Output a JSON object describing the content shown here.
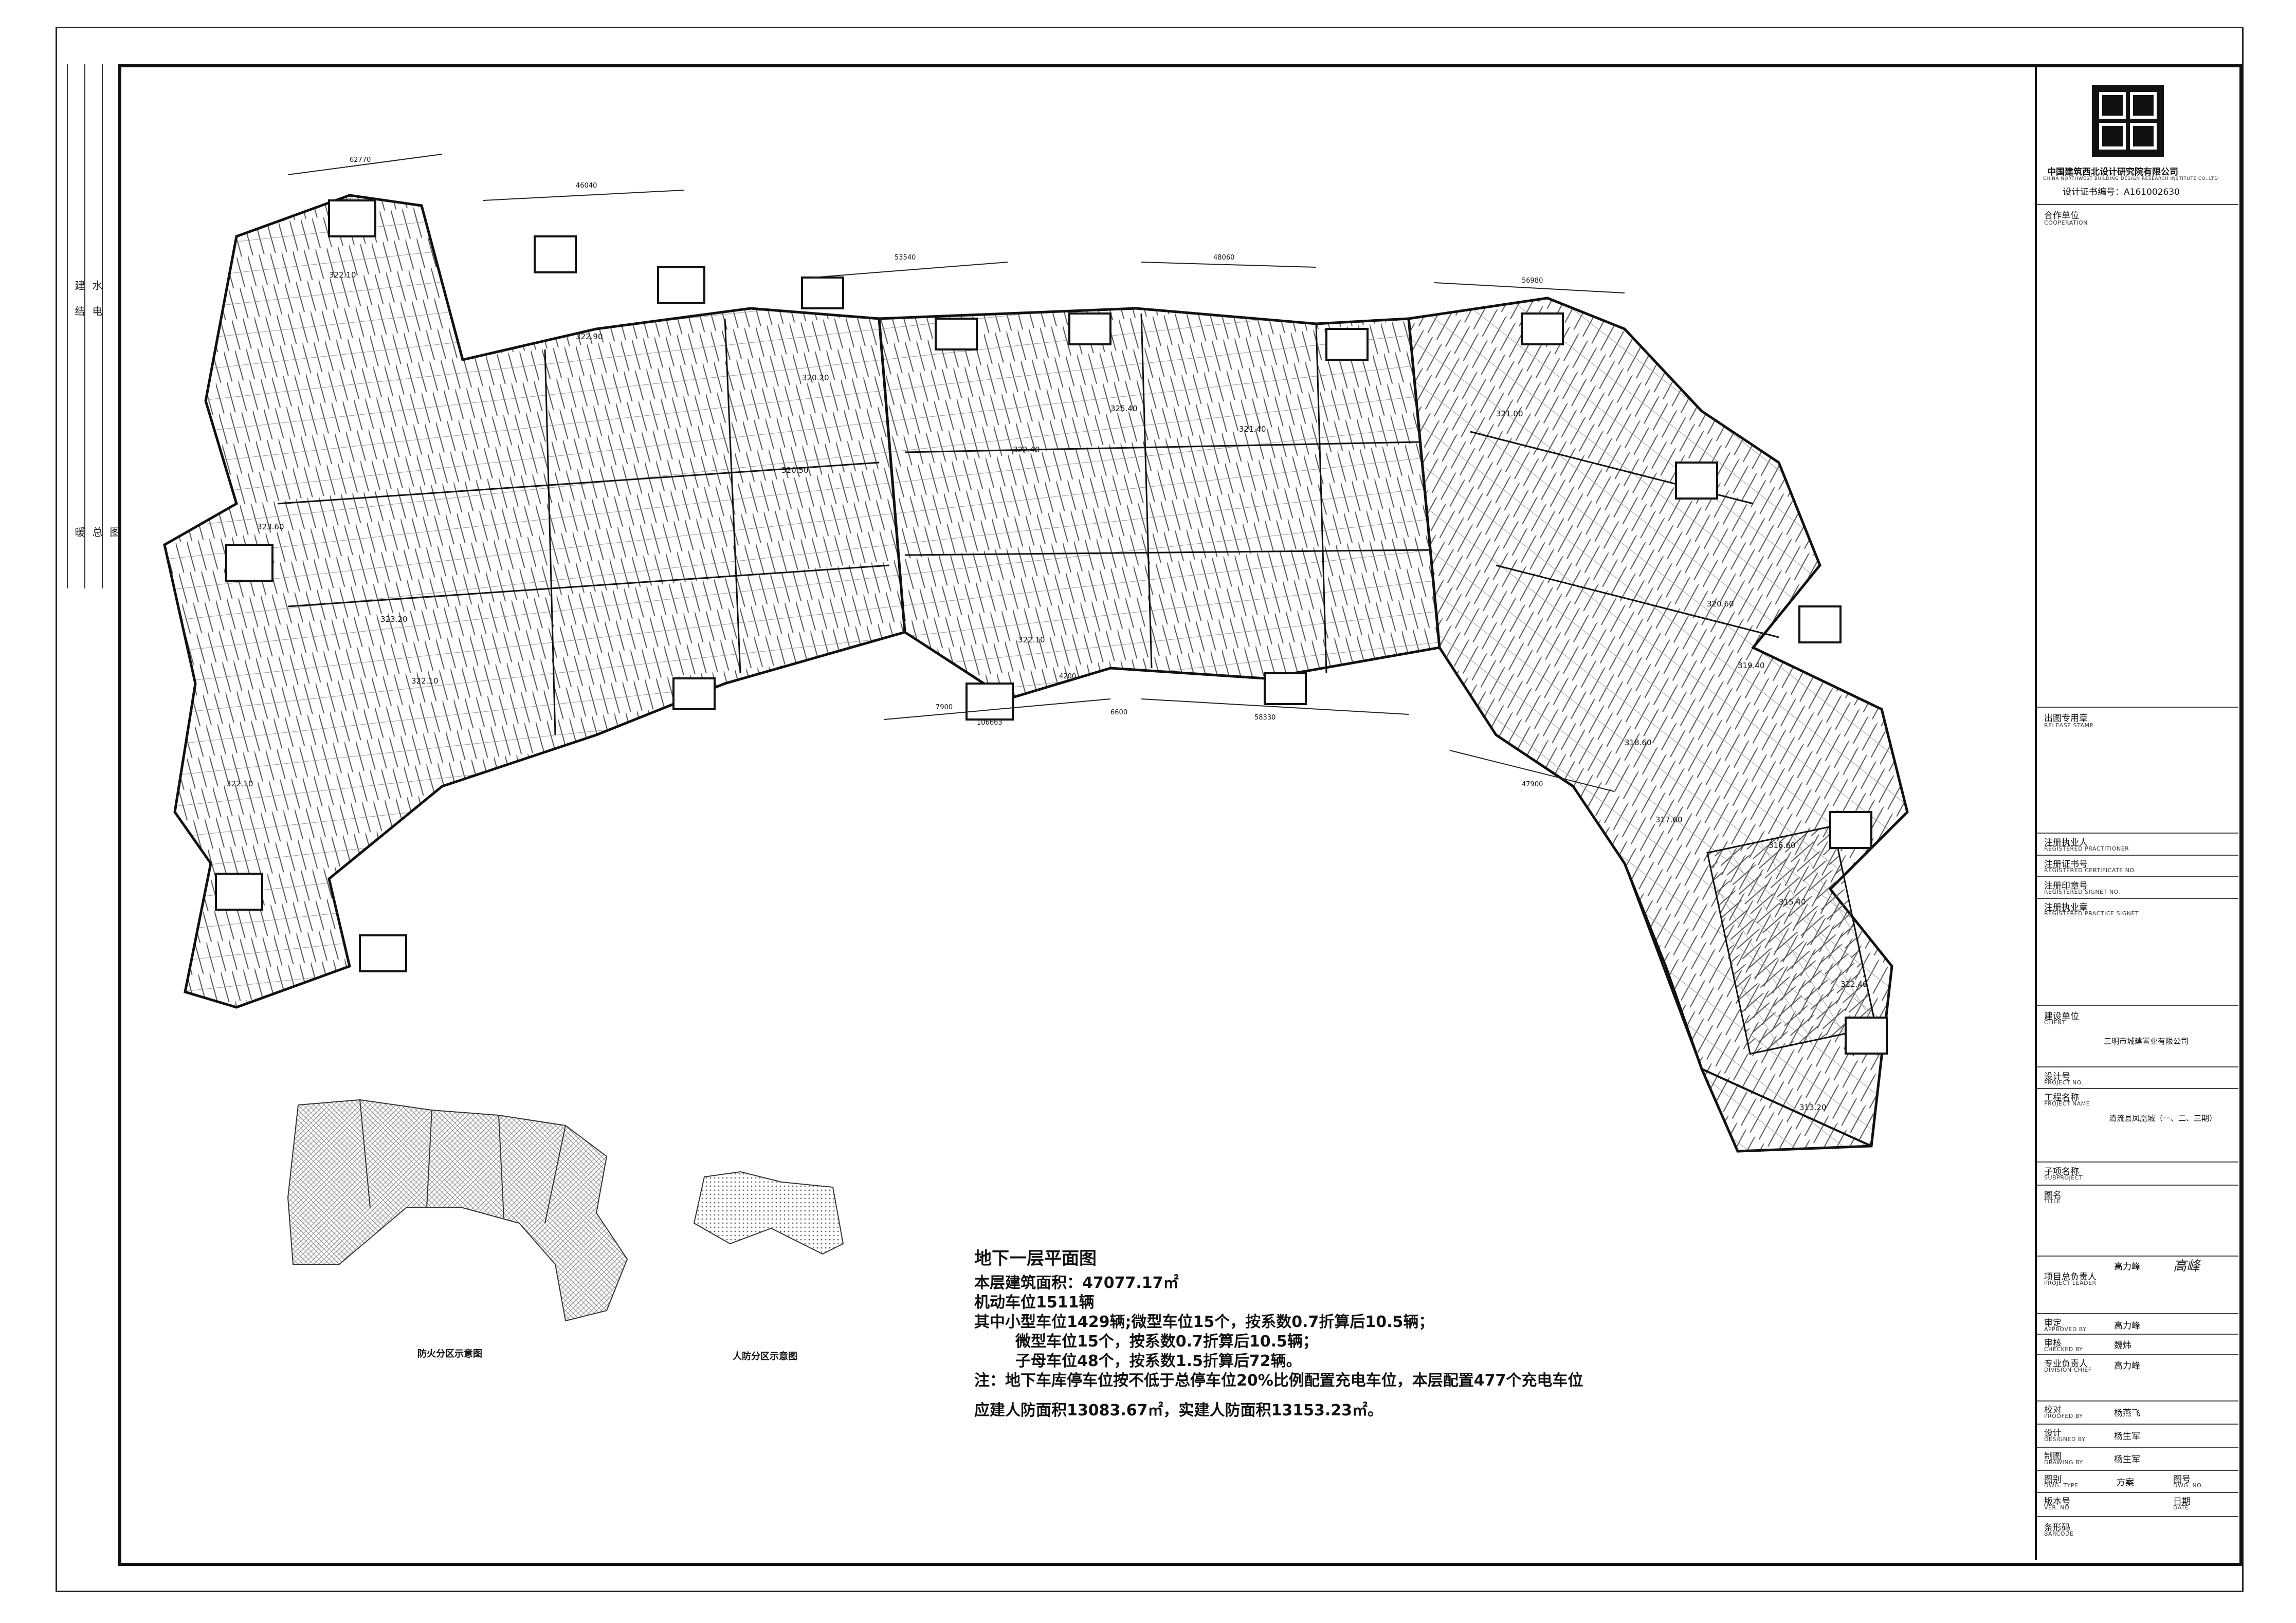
{
  "sheet": {
    "title": "地下一层平面图",
    "notes": [
      "本层建筑面积：47077.17㎡",
      "机动车位1511辆",
      "其中小型车位1429辆;微型车位15个，按系数0.7折算后10.5辆；",
      "微型车位15个，按系数0.7折算后10.5辆；",
      "子母车位48个，按系数1.5折算后72辆。",
      "注：地下车库停车位按不低于总停车位20%比例配置充电车位，本层配置477个充电车位",
      "应建人防面积13083.67㎡，实建人防面积13153.23㎡。"
    ],
    "diagram_captions": [
      "防火分区示意图",
      "人防分区示意图"
    ],
    "elevation_marks": [
      "322.10",
      "322.90",
      "323.60",
      "323.20",
      "322.10",
      "322.10",
      "320.20",
      "320.50",
      "322.40",
      "322.10",
      "321.40",
      "321.00",
      "320.60",
      "319.40",
      "318.60",
      "317.60",
      "316.60",
      "315.40",
      "313.20",
      "312.40",
      "325.40"
    ],
    "dimension_marks": [
      "62770",
      "46040",
      "53540",
      "48060",
      "56980",
      "106663",
      "58330",
      "47900",
      "7900",
      "6600",
      "4200"
    ]
  },
  "title_block": {
    "company_cn": "中国建筑西北设计研究院有限公司",
    "company_en": "CHINA NORTHWEST BUILDING DESIGN RESEARCH INSTITUTE CO.,LTD",
    "cert": "设计证书编号：A161002630",
    "cooperation_cn": "合作单位",
    "cooperation_en": "COOPERATION",
    "stamp_cn": "出图专用章",
    "stamp_en": "RELEASE STAMP",
    "reg_rows": [
      {
        "cn": "注册执业人",
        "en": "REGISTERED PRACTITIONER"
      },
      {
        "cn": "注册证书号",
        "en": "REGISTERED CERTIFICATE NO."
      },
      {
        "cn": "注册印章号",
        "en": "REGISTERED SIGNET NO."
      },
      {
        "cn": "注册执业章",
        "en": "REGISTERED PRACTICE SIGNET"
      }
    ],
    "client_cn": "建设单位",
    "client_en": "CLIENT",
    "client_value": "三明市城建置业有限公司",
    "project_no_cn": "设计号",
    "project_no_en": "PROJECT NO.",
    "project_name_cn": "工程名称",
    "project_name_en": "PROJECT NAME",
    "project_name_value": "清流县凤凰城（一、二、三期）",
    "subproject_cn": "子项名称",
    "subproject_en": "SUBPROJECT",
    "drawing_title_cn": "图名",
    "drawing_title_en": "TITLE",
    "people": [
      {
        "cn": "项目总负责人",
        "en": "PROJECT LEADER",
        "name": "高力峰"
      },
      {
        "cn": "审定",
        "en": "APPROVED BY",
        "name": "高力峰"
      },
      {
        "cn": "审核",
        "en": "CHECKED BY",
        "name": "魏炜"
      },
      {
        "cn": "专业负责人",
        "en": "DIVISION CHIEF",
        "name": "高力峰"
      },
      {
        "cn": "校对",
        "en": "PROOFED BY",
        "name": "杨燕飞"
      },
      {
        "cn": "设计",
        "en": "DESIGNED BY",
        "name": "杨生军"
      },
      {
        "cn": "制图",
        "en": "DRAWING BY",
        "name": "杨生军"
      }
    ],
    "phase_cn": "图别",
    "phase_en": "DWG. TYPE",
    "phase_value": "方案",
    "dwg_no_cn": "图号",
    "dwg_no_en": "DWG. NO.",
    "version_cn": "版本号",
    "version_en": "VER. NO.",
    "date_cn": "日期",
    "date_en": "DATE",
    "barcode_cn": "条形码",
    "barcode_en": "BARCODE"
  },
  "left_strip": [
    "建",
    "结",
    "水",
    "电",
    "暖",
    "总",
    "图"
  ],
  "colors": {
    "line": "#111111",
    "hatch": "#888888",
    "parking": "#555555"
  }
}
